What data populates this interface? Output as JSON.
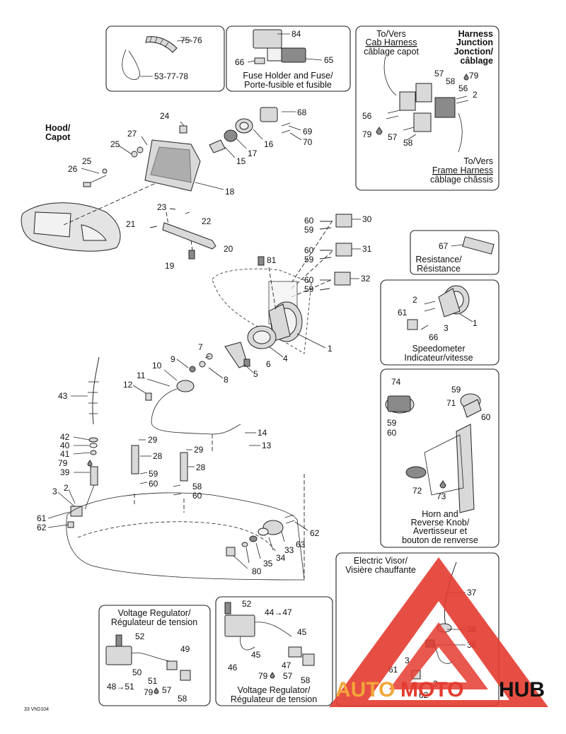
{
  "diagram": {
    "figure_code": "33 VhD104",
    "panels": {
      "top_left": {
        "labels": [
          "75-76",
          "53-77-78"
        ]
      },
      "fuse": {
        "title_en": "Fuse Holder and Fuse/",
        "title_fr": "Porte-fusible et fusible",
        "labels": [
          "84",
          "66",
          "65"
        ]
      },
      "harness": {
        "cab_line1": "To/Vers",
        "cab_line2": "Cab Harness",
        "cab_line3": "câblage capot",
        "junction_line1": "Harness",
        "junction_line2": "Junction",
        "junction_line3": "Jonction/",
        "junction_line4": "câblage",
        "frame_line1": "To/Vers",
        "frame_line2": "Frame Harness",
        "frame_line3": "câblage châssis",
        "labels": [
          "57",
          "79",
          "58",
          "56",
          "2",
          "56",
          "79",
          "57",
          "58"
        ]
      },
      "resistance": {
        "title_en": "Resistance/",
        "title_fr": "Résistance",
        "label": "67"
      },
      "speedometer": {
        "title_en": "Speedometer",
        "title_fr": "Indicateur/vitesse",
        "labels": [
          "2",
          "61",
          "3",
          "1",
          "66"
        ]
      },
      "horn": {
        "title_l1": "Horn and",
        "title_l2": "Reverse Knob/",
        "title_l3": "Avertisseur et",
        "title_l4": "bouton de renverse",
        "labels": [
          "74",
          "59",
          "71",
          "60",
          "59",
          "60",
          "72",
          "73"
        ]
      },
      "visor": {
        "title_en": "Electric Visor/",
        "title_fr": "Visière chauffante",
        "labels": [
          "37",
          "38",
          "36",
          "3",
          "61",
          "2",
          "62"
        ]
      },
      "regulator_left": {
        "title_en": "Voltage Regulator/",
        "title_fr": "Régulateur de tension",
        "labels": [
          "52",
          "49",
          "50",
          "51",
          "48→51",
          "79",
          "57",
          "58"
        ]
      },
      "regulator_mid": {
        "title_en": "Voltage Regulator/",
        "title_fr": "Régulateur de tension",
        "labels": [
          "52",
          "44→47",
          "45",
          "45",
          "46",
          "79",
          "47",
          "57",
          "58"
        ]
      }
    },
    "hood_en": "Hood/",
    "hood_fr": "Capot",
    "main_labels": {
      "n24": "24",
      "n27": "27",
      "n25a": "25",
      "n25b": "25",
      "n26": "26",
      "n18": "18",
      "n15": "15",
      "n17": "17",
      "n16": "16",
      "n68": "68",
      "n69": "69",
      "n70": "70",
      "n23": "23",
      "n22": "22",
      "n21": "21",
      "n20": "20",
      "n19": "19",
      "n60a": "60",
      "n59a": "59",
      "n30": "30",
      "n60b": "60",
      "n59b": "59",
      "n31": "31",
      "n60c": "60",
      "n59c": "59",
      "n32": "32",
      "n81": "81",
      "n1": "1",
      "n4": "4",
      "n5": "5",
      "n6": "6",
      "n7": "7",
      "n8": "8",
      "n9": "9",
      "n10": "10",
      "n11": "11",
      "n12": "12",
      "n43": "43",
      "n14": "14",
      "n13": "13",
      "n42": "42",
      "n40": "40",
      "n41": "41",
      "n79a": "79",
      "n39": "39",
      "n3": "3",
      "n2": "2",
      "n61": "61",
      "n62a": "62",
      "n29a": "29",
      "n28a": "28",
      "n59d": "59",
      "n60d": "60",
      "n29b": "29",
      "n28b": "28",
      "n58": "58",
      "n60e": "60",
      "n62b": "62",
      "n63": "63",
      "n33": "33",
      "n34": "34",
      "n35": "35",
      "n80": "80"
    }
  },
  "watermark": {
    "part1": "AUTO",
    "part2": "MOTO",
    "part3": "HUB",
    "color_red": "#e43b2f",
    "color_orange": "#f2a53a"
  }
}
